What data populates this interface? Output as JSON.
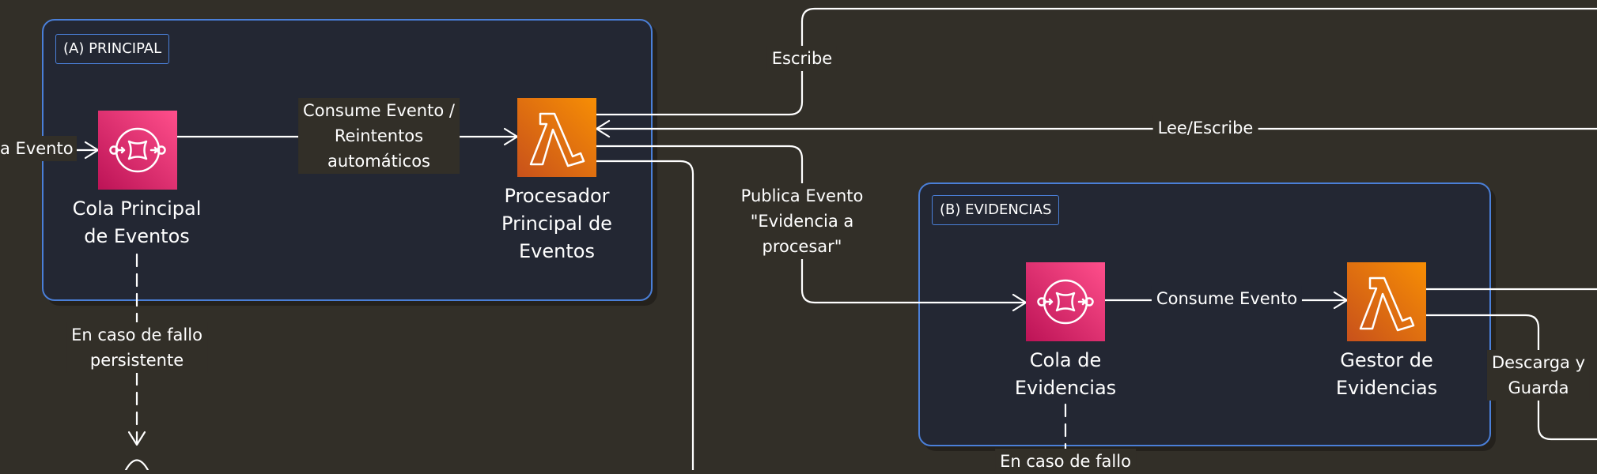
{
  "groups": {
    "principal": {
      "title": "(A) PRINCIPAL"
    },
    "evidencias": {
      "title": "(B) EVIDENCIAS"
    }
  },
  "nodes": {
    "cola_principal": {
      "label_line1": "Cola Principal",
      "label_line2": "de Eventos",
      "icon": "sqs-queue-icon"
    },
    "procesador": {
      "label_line1": "Procesador",
      "label_line2": "Principal de",
      "label_line3": "Eventos",
      "icon": "lambda-icon"
    },
    "cola_evidencias": {
      "label_line1": "Cola de",
      "label_line2": "Evidencias",
      "icon": "sqs-queue-icon"
    },
    "gestor": {
      "label_line1": "Gestor de",
      "label_line2": "Evidencias",
      "icon": "lambda-icon"
    }
  },
  "edges": {
    "ingress": "a Evento",
    "consume_main": {
      "line1": "Consume Evento /",
      "line2": "Reintentos",
      "line3": "automáticos"
    },
    "escribe": "Escribe",
    "lee_escribe": "Lee/Escribe",
    "publica": {
      "line1": "Publica Evento",
      "line2": "\"Evidencia a",
      "line3": "procesar\""
    },
    "consume_evidencias": "Consume Evento",
    "fallo_principal": {
      "line1": "En caso de fallo",
      "line2": "persistente"
    },
    "fallo_evidencias": "En caso de fallo",
    "descarga": {
      "line1": "Descarga y",
      "line2": "Guarda"
    }
  },
  "colors": {
    "background": "#322f28",
    "group_fill": "#232733",
    "group_border": "#4a7fd8",
    "sqs_gradient": [
      "#ff4f8b",
      "#bc1356"
    ],
    "lambda_gradient": [
      "#f78e04",
      "#c8511b"
    ],
    "connector": "#ffffff"
  }
}
